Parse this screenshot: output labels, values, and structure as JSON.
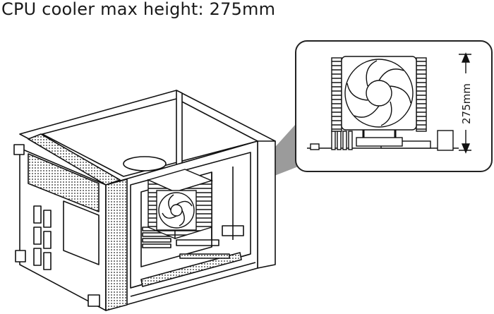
{
  "caption": "CPU cooler max height: 275mm",
  "dimension": {
    "value_mm": 275,
    "label": "275mm"
  },
  "icons": {
    "case": "pc-case-illustration",
    "cooler": "cpu-tower-cooler-icon",
    "fan": "fan-icon"
  }
}
